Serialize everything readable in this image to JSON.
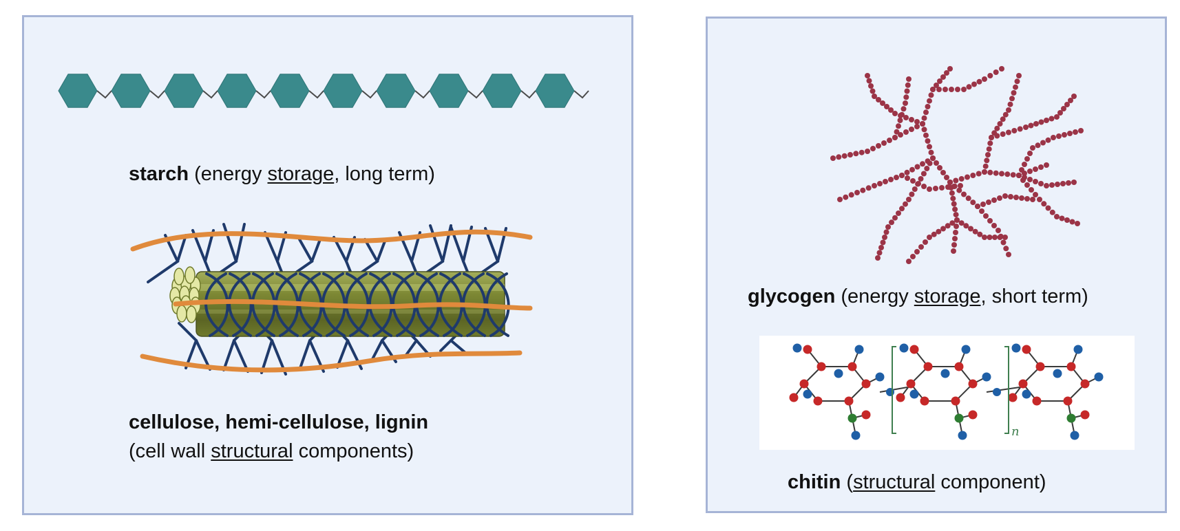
{
  "panels": {
    "left": {
      "starch": {
        "name": "starch",
        "paren_open": " (energy ",
        "underlined": "storage",
        "paren_close": ", long term)"
      },
      "cellulose": {
        "name": "cellulose, hemi-cellulose, lignin",
        "line2_open": "(cell wall ",
        "underlined": "structural",
        "line2_close": " components)"
      }
    },
    "right": {
      "glycogen": {
        "name": "glycogen",
        "paren_open": " (energy ",
        "underlined": "storage",
        "paren_close": ", short term)"
      },
      "chitin": {
        "name": "chitin",
        "paren_open": " (",
        "underlined": "structural",
        "paren_close": " component)",
        "repeat_label": "n"
      }
    }
  },
  "colors": {
    "panel_fill": "#ecf2fb",
    "panel_border": "#a6b4d6",
    "starch_hexagon": "#3a8a8c",
    "cellulose_fiber": "#6f7a2c",
    "lignin_strand": "#1f3a6b",
    "hemicellulose_strand": "#e08a3c",
    "glycogen_bead": "#9b3447",
    "chitin_red_atom": "#c62828",
    "chitin_blue_atom": "#1f5fa6",
    "chitin_green_atom": "#2e7d32"
  }
}
